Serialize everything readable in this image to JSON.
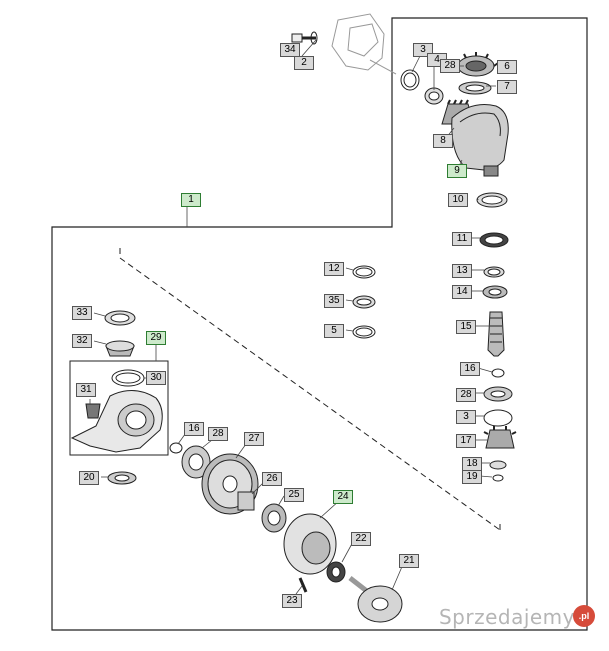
{
  "diagram": {
    "labels": {
      "l34": "34",
      "l2": "2",
      "l3a": "3",
      "l4": "4",
      "l28a": "28",
      "l6": "6",
      "l7": "7",
      "l8": "8",
      "l9": "9",
      "l10": "10",
      "l11": "11",
      "l13": "13",
      "l14": "14",
      "l15": "15",
      "l16a": "16",
      "l28b": "28",
      "l3b": "3",
      "l17": "17",
      "l18": "18",
      "l19": "19",
      "l1": "1",
      "l12": "12",
      "l35": "35",
      "l5": "5",
      "l33": "33",
      "l32": "32",
      "l29": "29",
      "l30": "30",
      "l31": "31",
      "l20": "20",
      "l16b": "16",
      "l28c": "28",
      "l27": "27",
      "l26": "26",
      "l25": "25",
      "l24": "24",
      "l22": "22",
      "l21": "21",
      "l23": "23"
    },
    "highlight_color": "#cdeacb",
    "label_color": "#d9d9d9"
  },
  "watermark": {
    "text": "Sprzedajemy",
    "badge": ".pl"
  }
}
